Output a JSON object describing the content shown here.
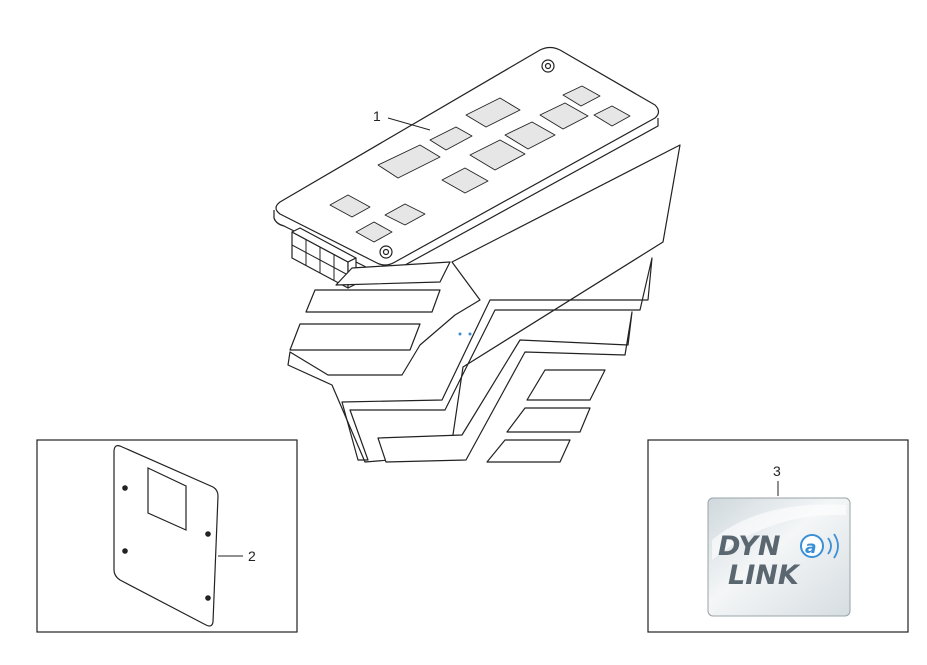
{
  "diagram": {
    "callouts": [
      {
        "id": "1",
        "label": "1"
      },
      {
        "id": "2",
        "label": "2"
      },
      {
        "id": "3",
        "label": "3"
      }
    ],
    "logo": {
      "line1_a": "DYN",
      "line1_b": "a",
      "line2": "LINK"
    }
  },
  "colors": {
    "line": "#222222",
    "pad": "#e6e6e6",
    "logo_bg": "#dfe6ea",
    "logo_accent": "#3a8fd6"
  }
}
